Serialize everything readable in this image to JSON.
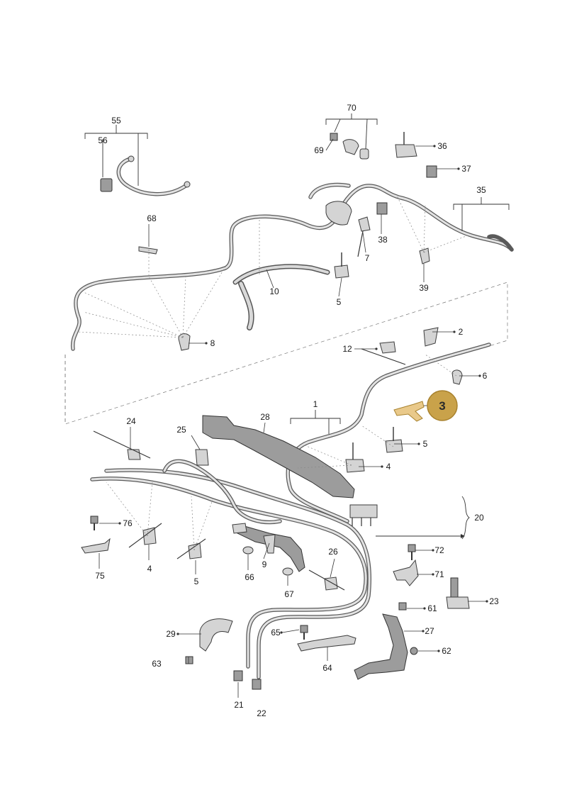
{
  "callout_labels": {
    "l1": "1",
    "l2": "2",
    "l3": "3",
    "l4a": "4",
    "l4b": "4",
    "l5a": "5",
    "l5b": "5",
    "l5c": "5",
    "l6": "6",
    "l7": "7",
    "l8": "8",
    "l9": "9",
    "l10": "10",
    "l12": "12",
    "l20": "20",
    "l21": "21",
    "l22": "22",
    "l23": "23",
    "l24": "24",
    "l25": "25",
    "l26": "26",
    "l27": "27",
    "l28": "28",
    "l29": "29",
    "l35": "35",
    "l36": "36",
    "l37": "37",
    "l38": "38",
    "l39": "39",
    "l55": "55",
    "l56": "56",
    "l61": "61",
    "l62": "62",
    "l63": "63",
    "l64": "64",
    "l65": "65",
    "l66": "66",
    "l67": "67",
    "l68": "68",
    "l69": "69",
    "l70": "70",
    "l71": "71",
    "l72": "72",
    "l75": "75",
    "l76": "76"
  },
  "highlight": {
    "label": "3",
    "fill": "#c9a24a",
    "stroke": "#a8822e",
    "part_fill": "#e9c98a"
  },
  "colors": {
    "cable": "#5a5a5a",
    "part": "#d4d4d4"
  }
}
